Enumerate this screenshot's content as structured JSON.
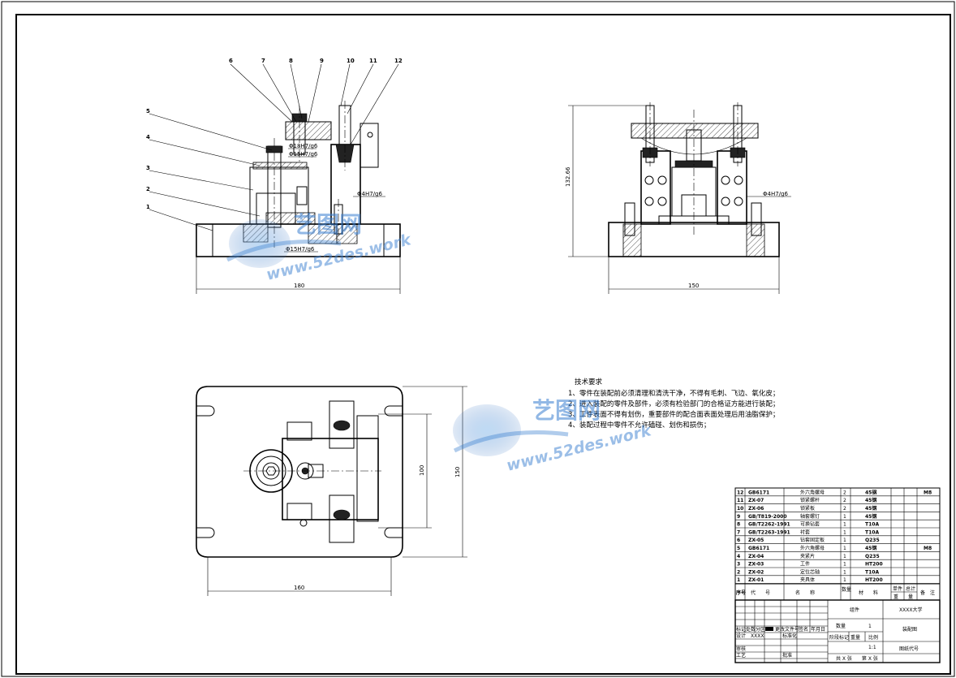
{
  "balloons": [
    "1",
    "2",
    "3",
    "4",
    "5",
    "6",
    "7",
    "8",
    "9",
    "10",
    "11",
    "12"
  ],
  "fits": {
    "front_a": "Φ18H7/g6",
    "front_b": "Φ15H7/g6",
    "front_c": "Φ4H7/g6",
    "front_d": "Φ15H7/g6",
    "side_a": "Φ4H7/g6"
  },
  "dims": {
    "front_width": "180",
    "side_width": "150",
    "side_height": "132.66",
    "top_width": "160",
    "top_height_outer": "150",
    "top_height_inner": "100"
  },
  "tech_req": {
    "title": "技术要求",
    "items": [
      "1、零件在装配前必须清理和清洗干净，不得有毛刺、飞边、氧化皮；",
      "2、进入装配的零件及部件，必须有检验部门的合格证方能进行装配；",
      "3、工件表面不得有划伤，重要部件的配合面表面处理后用油脂保护；",
      "4、装配过程中零件不允许磕碰、划伤和损伤；"
    ]
  },
  "watermark": {
    "logo": "艺图网",
    "url": "www.52des.work"
  },
  "bom": {
    "rows": [
      {
        "no": "12",
        "code": "GB6171",
        "name": "外六角螺母",
        "qty": "2",
        "mat": "45钢",
        "note": "M8"
      },
      {
        "no": "11",
        "code": "ZX-07",
        "name": "锁紧螺杆",
        "qty": "2",
        "mat": "45钢",
        "note": ""
      },
      {
        "no": "10",
        "code": "ZX-06",
        "name": "锁紧板",
        "qty": "2",
        "mat": "45钢",
        "note": ""
      },
      {
        "no": "9",
        "code": "GB/T819-2000",
        "name": "轴套螺钉",
        "qty": "1",
        "mat": "45钢",
        "note": ""
      },
      {
        "no": "8",
        "code": "GB/T2262-1991",
        "name": "可换钻套",
        "qty": "1",
        "mat": "T10A",
        "note": ""
      },
      {
        "no": "7",
        "code": "GB/T2263-1991",
        "name": "衬套",
        "qty": "1",
        "mat": "T10A",
        "note": ""
      },
      {
        "no": "6",
        "code": "ZX-05",
        "name": "钻套固定板",
        "qty": "1",
        "mat": "Q235",
        "note": ""
      },
      {
        "no": "5",
        "code": "GB6171",
        "name": "外六角螺母",
        "qty": "1",
        "mat": "45钢",
        "note": "M8"
      },
      {
        "no": "4",
        "code": "ZX-04",
        "name": "夹紧片",
        "qty": "1",
        "mat": "Q235",
        "note": ""
      },
      {
        "no": "3",
        "code": "ZX-03",
        "name": "工件",
        "qty": "1",
        "mat": "HT200",
        "note": ""
      },
      {
        "no": "2",
        "code": "ZX-02",
        "name": "定位芯轴",
        "qty": "1",
        "mat": "T10A",
        "note": ""
      },
      {
        "no": "1",
        "code": "ZX-01",
        "name": "夹具体",
        "qty": "1",
        "mat": "HT200",
        "note": ""
      }
    ],
    "header": {
      "no": "序号",
      "code": "代　　号",
      "name": "名　　称",
      "qty": "数量",
      "mat": "材　　料",
      "unit": "单件",
      "total": "总计",
      "weight": "重　　量",
      "note": "备　注"
    }
  },
  "title_block": {
    "assembly": "组件",
    "school": "XXXX大学",
    "qty_label": "数量",
    "qty_value": "1",
    "drawing_type": "装配图",
    "stage_label": "阶段标记",
    "weight_label": "重量",
    "scale_label": "比例",
    "scale_value": "1:1",
    "drawing_no": "图纸代号",
    "sheet": "共 X 张　　第 X 张",
    "row_labels": [
      "标记",
      "处数",
      "分区",
      "更改文件号",
      "签名",
      "年月日"
    ],
    "design": "设计",
    "design_name": "XXXX",
    "standard": "标准化",
    "review": "审核",
    "process": "工艺",
    "approve": "批准"
  }
}
